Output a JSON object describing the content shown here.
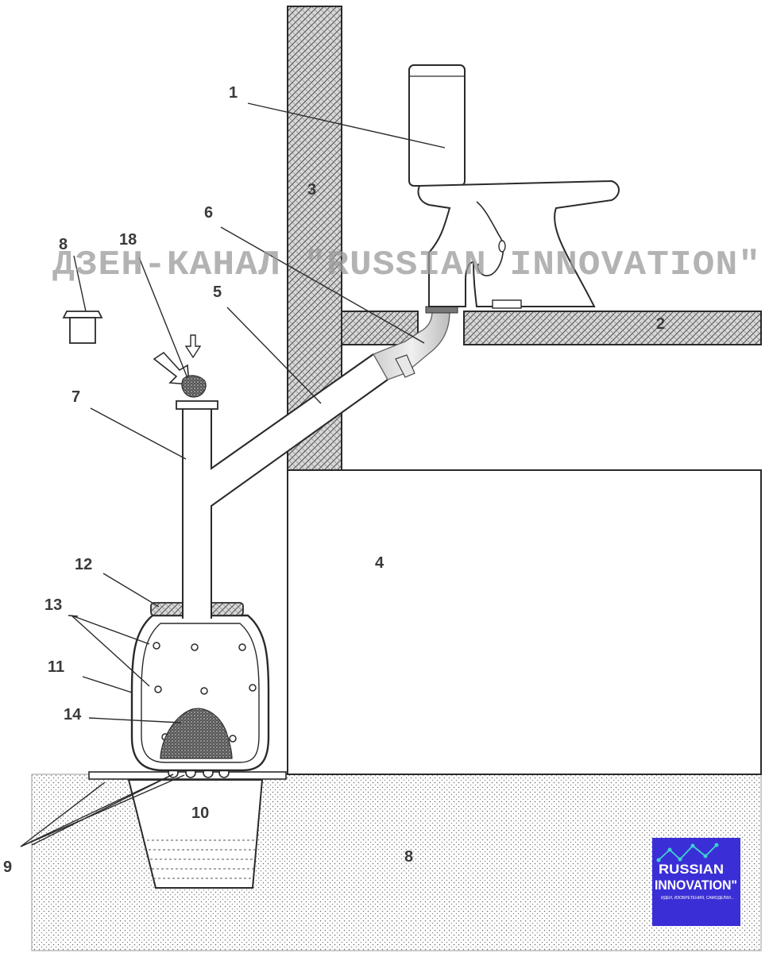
{
  "watermark": "ДЗЕН-КАНАЛ \"RUSSIAN INNOVATION\"",
  "labels": {
    "l1": "1",
    "l2": "2",
    "l3": "3",
    "l4": "4",
    "l5": "5",
    "l6": "6",
    "l7": "7",
    "l8a": "8",
    "l8b": "8",
    "l9": "9",
    "l10": "10",
    "l11": "11",
    "l12": "12",
    "l13": "13",
    "l14": "14",
    "l18": "18"
  },
  "logo": {
    "line1": "RUSSIAN",
    "line2": "INNOVATION\"",
    "tagline": "ИДЕИ, ИЗОБРЕТЕНИЯ, САМОДЕЛКИ...",
    "bg_color": "#3a2fd6",
    "accent_color": "#3ecfd0"
  }
}
